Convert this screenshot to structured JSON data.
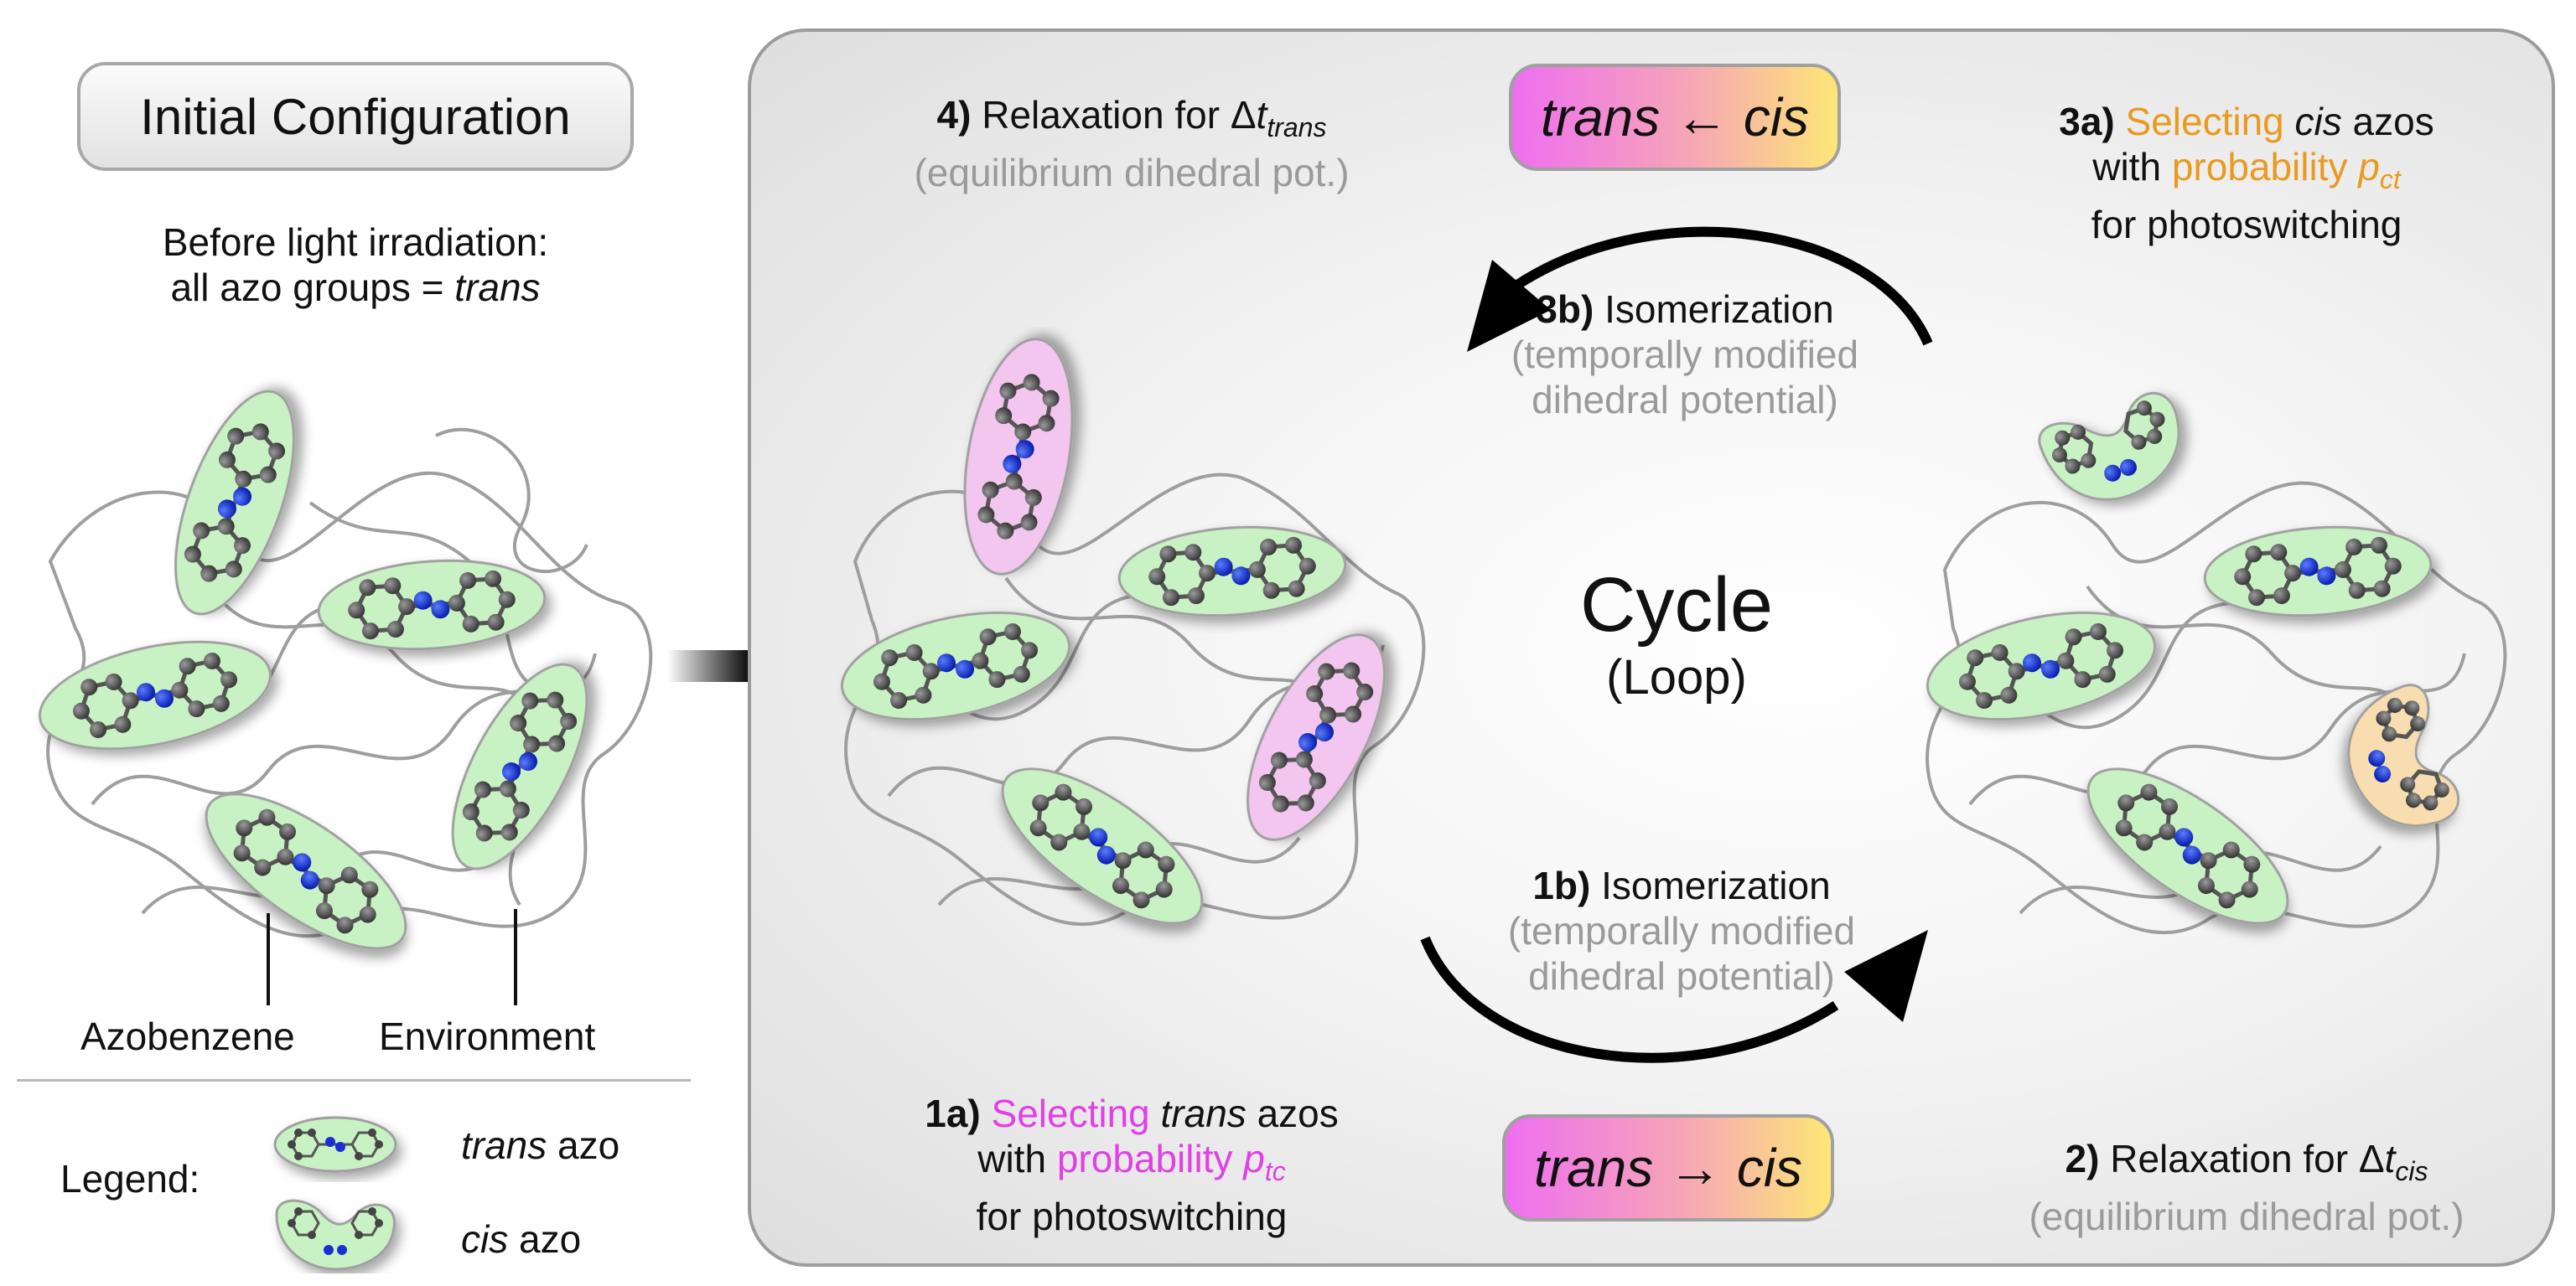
{
  "initial": {
    "title": "Initial Configuration",
    "before_line1": "Before light irradiation:",
    "before_line2_prefix": "all azo groups = ",
    "before_line2_em": "trans",
    "label_azobenzene": "Azobenzene",
    "label_environment": "Environment"
  },
  "legend": {
    "label": "Legend:",
    "trans_em": "trans",
    "trans_rest": " azo",
    "cis_em": "cis",
    "cis_rest": " azo"
  },
  "cycle": {
    "title": "Cycle",
    "subtitle": "(Loop)",
    "pill_top": "trans ← cis",
    "pill_bottom": "trans → cis",
    "step4": {
      "num": "4)",
      "text": " Relaxation for Δ",
      "t": "t",
      "sub": "trans",
      "note": "(equilibrium dihedral pot.)"
    },
    "step3a": {
      "num": "3a)",
      "sel": " Selecting ",
      "em": "cis",
      "rest": " azos",
      "with": "with ",
      "prob": "probability ",
      "p": "p",
      "psub": "ct",
      "line3": "for photoswitching"
    },
    "step3b": {
      "num": "3b)",
      "text": " Isomerization",
      "note1": "(temporally modified",
      "note2": "dihedral potential)"
    },
    "step1a": {
      "num": "1a)",
      "sel": " Selecting ",
      "em": "trans",
      "rest": " azos",
      "with": "with ",
      "prob": "probability ",
      "p": "p",
      "psub": "tc",
      "line3": "for photoswitching"
    },
    "step1b": {
      "num": "1b)",
      "text": " Isomerization",
      "note1": "(temporally modified",
      "note2": "dihedral potential)"
    },
    "step2": {
      "num": "2)",
      "text": " Relaxation for Δ",
      "t": "t",
      "sub": "cis",
      "note": "(equilibrium dihedral pot.)"
    }
  },
  "colors": {
    "trans_fill": "#c9f2c4",
    "cis_fill": "#f2c6ee",
    "cis_selected_fill": "#f8ddb0",
    "magenta": "#e040e6",
    "orange": "#ea9a1e"
  }
}
